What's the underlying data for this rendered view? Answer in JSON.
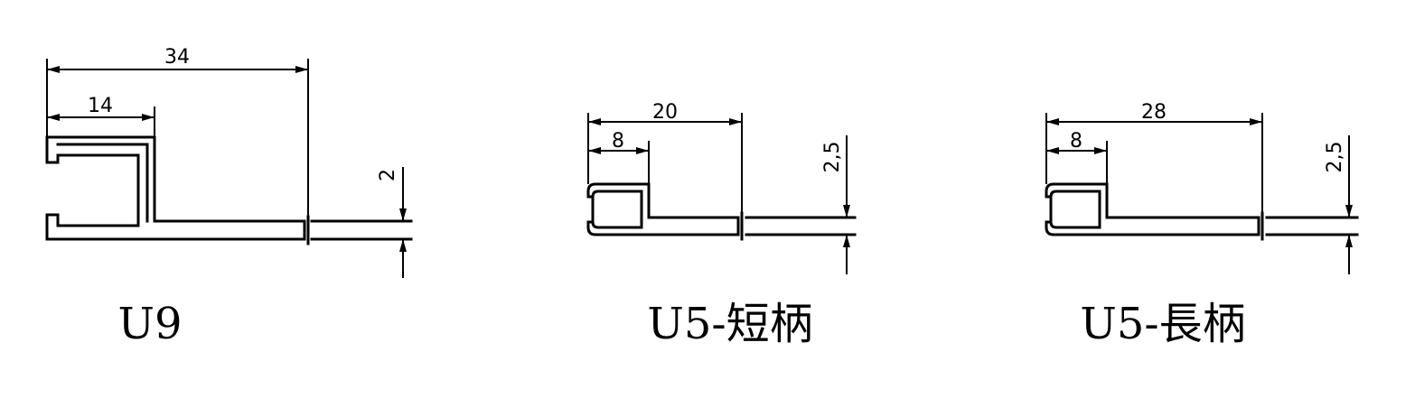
{
  "profiles": [
    {
      "name": "U9",
      "dims": {
        "overall": "34",
        "inner": "14",
        "thickness": "2"
      }
    },
    {
      "name": "U5-短柄",
      "dims": {
        "overall": "20",
        "inner": "8",
        "thickness": "2,5"
      }
    },
    {
      "name": "U5-長柄",
      "dims": {
        "overall": "28",
        "inner": "8",
        "thickness": "2,5"
      }
    }
  ]
}
